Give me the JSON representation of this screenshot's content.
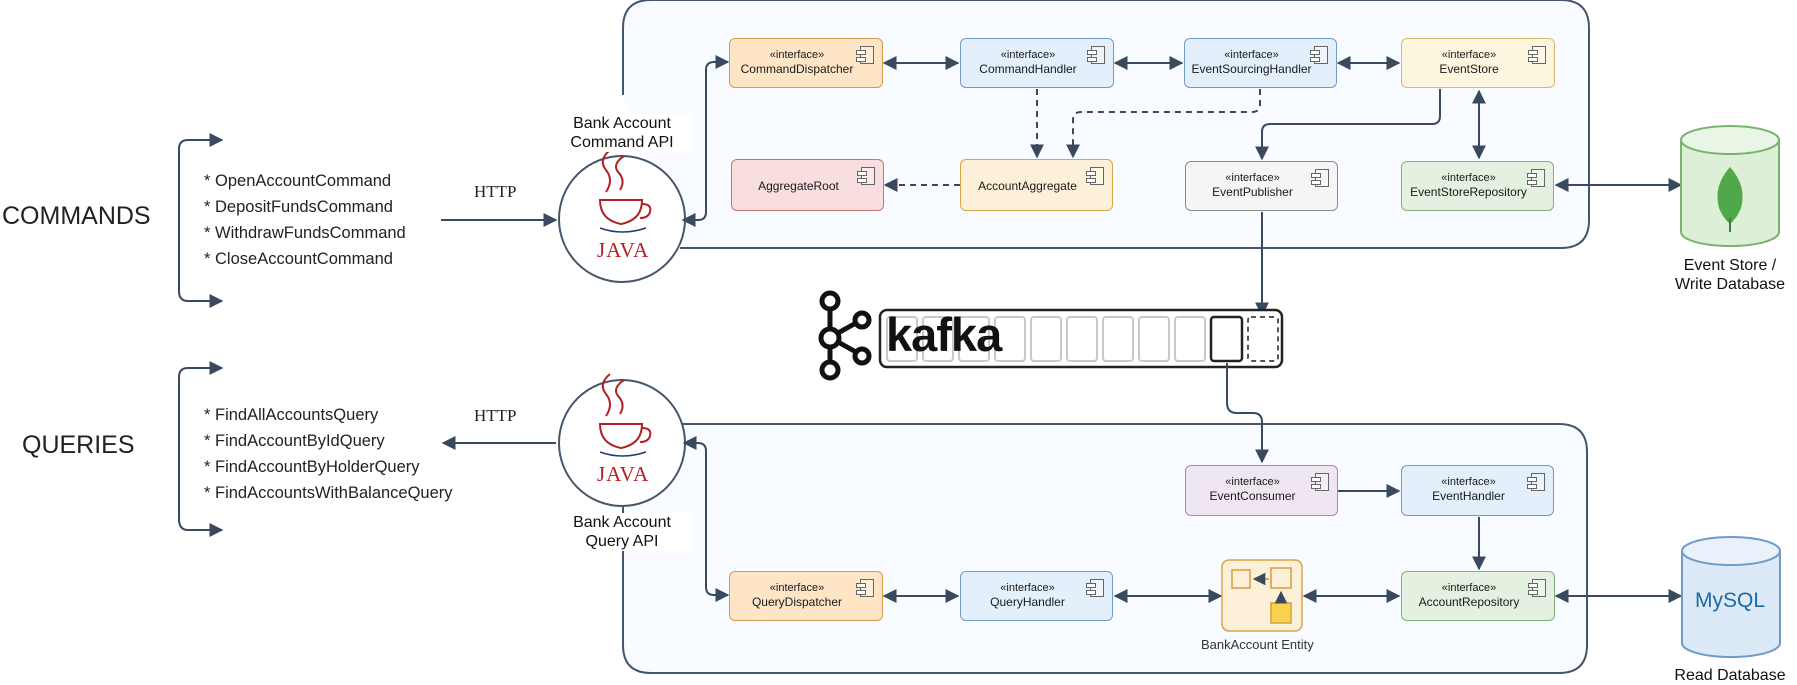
{
  "sections": {
    "commands_title": "COMMANDS",
    "queries_title": "QUERIES"
  },
  "commands": [
    "* OpenAccountCommand",
    "* DepositFundsCommand",
    "* WithdrawFundsCommand",
    "* CloseAccountCommand"
  ],
  "queries": [
    "* FindAllAccountsQuery",
    "* FindAccountByIdQuery",
    "* FindAccountByHolderQuery",
    "* FindAccountsWithBalanceQuery"
  ],
  "http_label_top": "HTTP",
  "http_label_bottom": "HTTP",
  "java_logo_text": "JAVA",
  "apis": {
    "command_api": [
      "Bank Account",
      "Command API"
    ],
    "query_api": [
      "Bank Account",
      "Query API"
    ]
  },
  "kafka_logo_text": "kafka",
  "stereotype": "«interface»",
  "components": {
    "command_dispatcher": "CommandDispatcher",
    "command_handler": "CommandHandler",
    "event_sourcing_handler": "EventSourcingHandler",
    "event_store": "EventStore",
    "aggregate_root": "AggregateRoot",
    "account_aggregate": "AccountAggregate",
    "event_publisher": "EventPublisher",
    "event_store_repository": "EventStoreRepository",
    "event_consumer": "EventConsumer",
    "event_handler": "EventHandler",
    "query_dispatcher": "QueryDispatcher",
    "query_handler": "QueryHandler",
    "account_repository": "AccountRepository"
  },
  "entity_label": "BankAccount Entity",
  "databases": {
    "write_db": [
      "Event Store /",
      "Write Database"
    ],
    "read_db": "Read Database",
    "read_db_logo": "MySQL"
  },
  "colors": {
    "line": "#2f3f52",
    "orange": "#fde5c6",
    "blue": "#e3effa",
    "green": "#e4f1e0",
    "mongo_green": "#4fa84a",
    "mysql_blue": "#1d6aa0",
    "java_red": "#b32124"
  }
}
